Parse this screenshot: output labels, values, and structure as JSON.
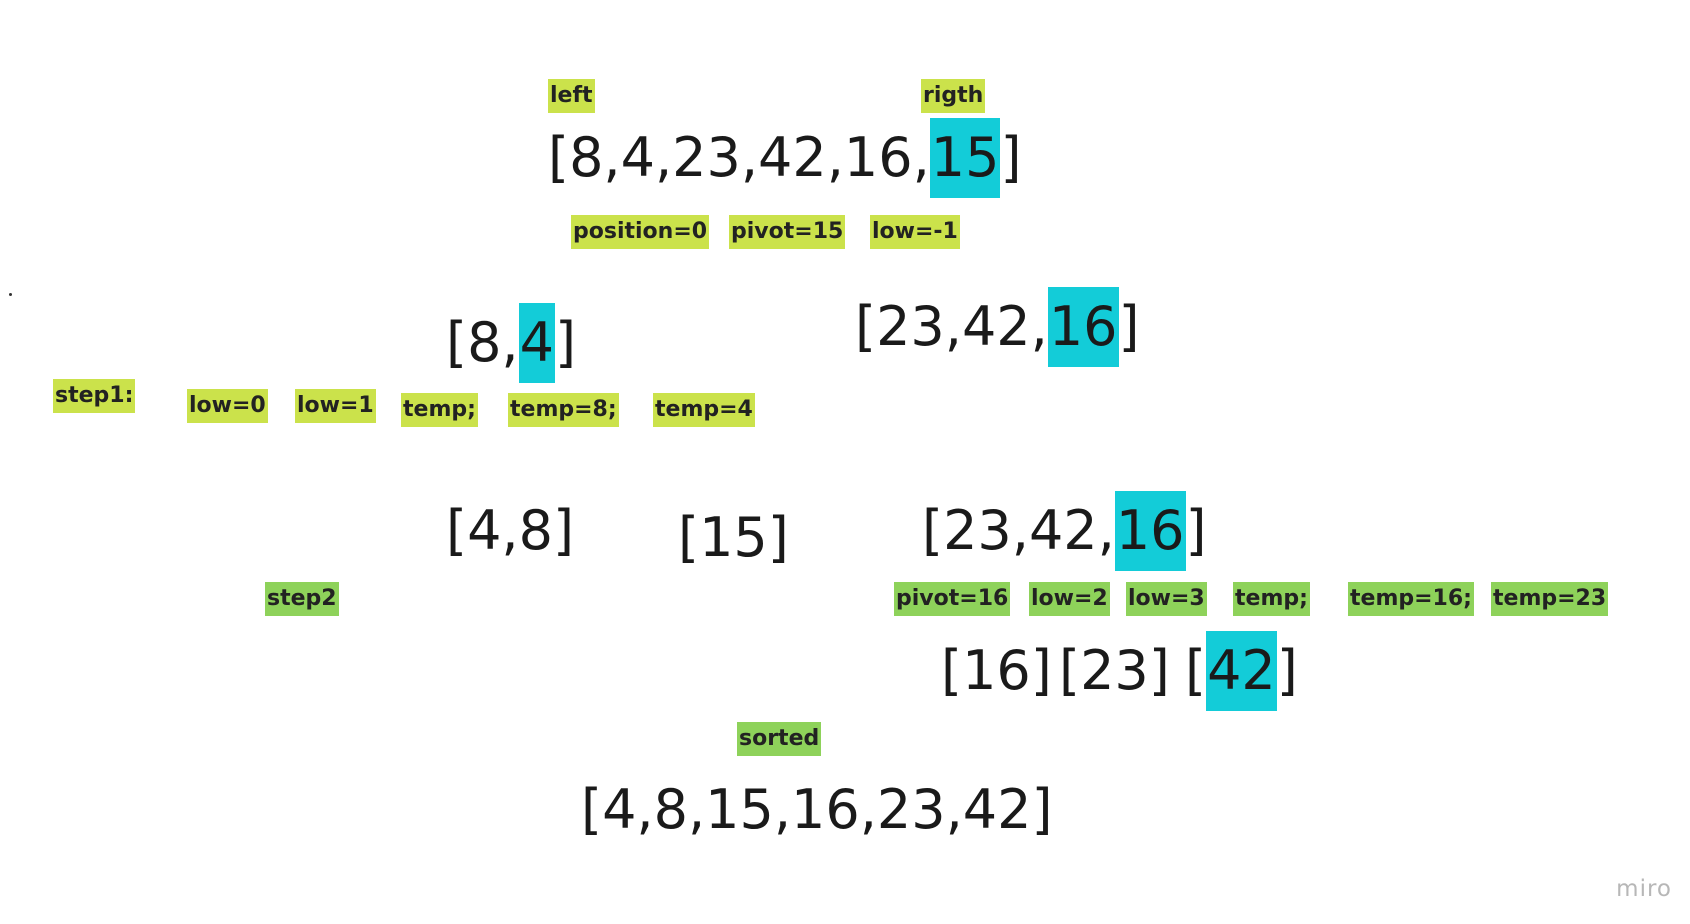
{
  "app": {
    "logo": "miro"
  },
  "colors": {
    "lime": "#cbe24b",
    "green": "#8ed25a",
    "highlight": "#13ccd8"
  },
  "stickers": {
    "left": "left",
    "right": "rigth",
    "position": "position=0",
    "pivot": "pivot=15",
    "low_neg1": "low=-1",
    "step1": "step1:",
    "low0": "low=0",
    "low1": "low=1",
    "temp_a": "temp;",
    "temp8": "temp=8;",
    "temp4": "temp=4",
    "step2": "step2",
    "pivot16": "pivot=16",
    "low2": "low=2",
    "low3": "low=3",
    "temp_b": "temp;",
    "temp16": "temp=16;",
    "temp23": "temp=23",
    "sorted": "sorted"
  },
  "arrays": {
    "initial": {
      "pre": "[8,4,23,42,16,",
      "pivot": "15",
      "post": "]"
    },
    "left_split": {
      "pre": "[8,",
      "pivot": "4",
      "post": "]"
    },
    "right_split": {
      "pre": "[23,42,",
      "pivot": "16",
      "post": "]"
    },
    "left_sorted": "[4,8]",
    "middle": "[15]",
    "right_repeat": {
      "pre": "[23,42,",
      "pivot": "16",
      "post": "]"
    },
    "sub16": "[16]",
    "sub23": "[23]",
    "sub42": {
      "pre": "[",
      "pivot": "42",
      "post": "]"
    },
    "final": "[4,8,15,16,23,42]"
  }
}
